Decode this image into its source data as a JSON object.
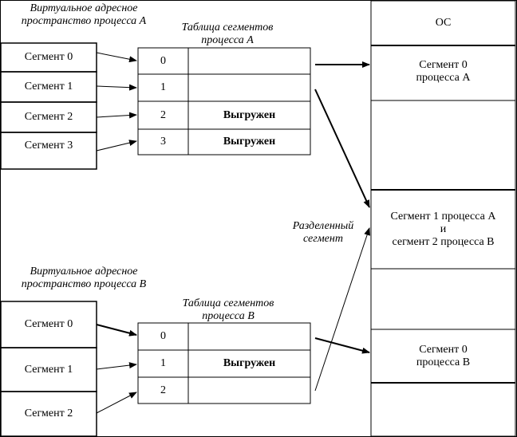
{
  "process_a": {
    "vas_caption": [
      "Виртуальное адресное",
      "пространство процесса А"
    ],
    "table_caption": [
      "Таблица сегментов",
      "процесса А"
    ],
    "segments": [
      "Сегмент 0",
      "Сегмент 1",
      "Сегмент 2",
      "Сегмент 3"
    ],
    "table_rows": [
      {
        "index": "0",
        "value": ""
      },
      {
        "index": "1",
        "value": ""
      },
      {
        "index": "2",
        "value": "Выгружен"
      },
      {
        "index": "3",
        "value": "Выгружен"
      }
    ]
  },
  "process_b": {
    "vas_caption": [
      "Виртуальное адресное",
      "пространство процесса В"
    ],
    "table_caption": [
      "Таблица сегментов",
      "процесса В"
    ],
    "segments": [
      "Сегмент 0",
      "Сегмент 1",
      "Сегмент 2"
    ],
    "table_rows": [
      {
        "index": "0",
        "value": ""
      },
      {
        "index": "1",
        "value": "Выгружен"
      },
      {
        "index": "2",
        "value": ""
      }
    ]
  },
  "shared_label": [
    "Разделенный",
    "сегмент"
  ],
  "memory": {
    "os": "ОС",
    "seg0_a": [
      "Сегмент 0",
      "процесса А"
    ],
    "shared": [
      "Сегмент 1 процесса А",
      "и",
      "сегмент 2 процесса В"
    ],
    "seg0_b": [
      "Сегмент 0",
      "процесса В"
    ]
  },
  "colors": {
    "stroke": "#000000",
    "background": "#ffffff"
  }
}
